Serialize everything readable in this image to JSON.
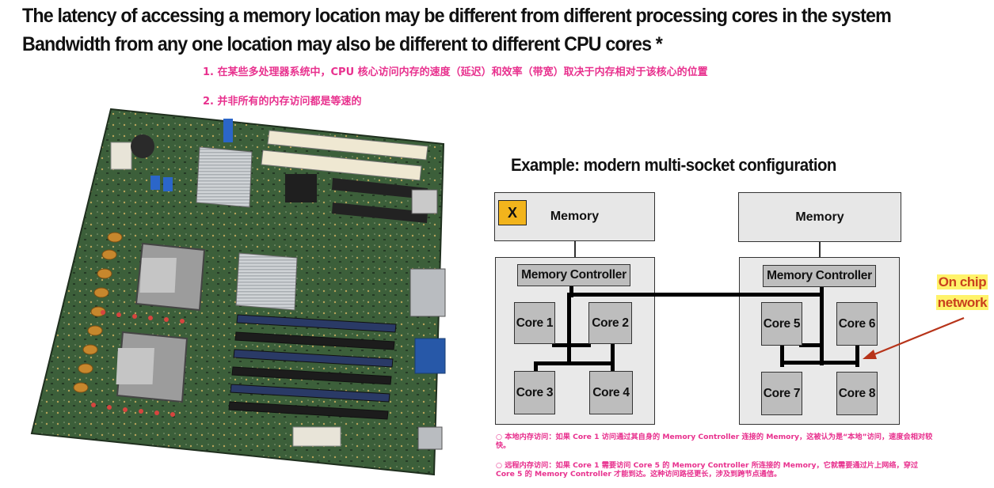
{
  "slide": {
    "title_line1": "The latency of accessing a memory location may be different from different processing cores in the system",
    "title_line2": "Bandwidth from any one location may also be different to different CPU cores *",
    "note1": "1. 在某些多处理器系统中，CPU 核心访问内存的速度（延迟）和效率（带宽）取决于内存相对于该核心的位置",
    "note2": "2. 并非所有的内存访问都是等速的",
    "example_title": "Example: modern multi-socket configuration",
    "callout_line1": "On chip",
    "callout_line2": "network",
    "bottom_note1": "○ 本地内存访问：如果 Core 1 访问通过其自身的 Memory Controller 连接的 Memory，这被认为是“本地”访问，速度会相对较快。",
    "bottom_note2": "○ 远程内存访问：如果 Core 1 需要访问 Core 5 的 Memory Controller 所连接的 Memory，它就需要通过片上网络，穿过 Core 5 的 Memory Controller 才能到达。这种访问路径更长，涉及到跨节点通信。"
  },
  "diagram": {
    "left_memory_label": "Memory",
    "right_memory_label": "Memory",
    "x_marker": "X",
    "left_mc_label": "Memory Controller",
    "right_mc_label": "Memory Controller",
    "cores": {
      "core1": "Core 1",
      "core2": "Core 2",
      "core3": "Core 3",
      "core4": "Core 4",
      "core5": "Core 5",
      "core6": "Core 6",
      "core7": "Core 7",
      "core8": "Core 8"
    }
  },
  "colors": {
    "title": "#111111",
    "note_pink": "#e8318e",
    "callout_red": "#c9401e",
    "highlight_yellow": "#fff36a",
    "x_badge": "#f2b41c",
    "box_gray": "#bdbdbd",
    "panel_gray": "#e9e9e9"
  }
}
